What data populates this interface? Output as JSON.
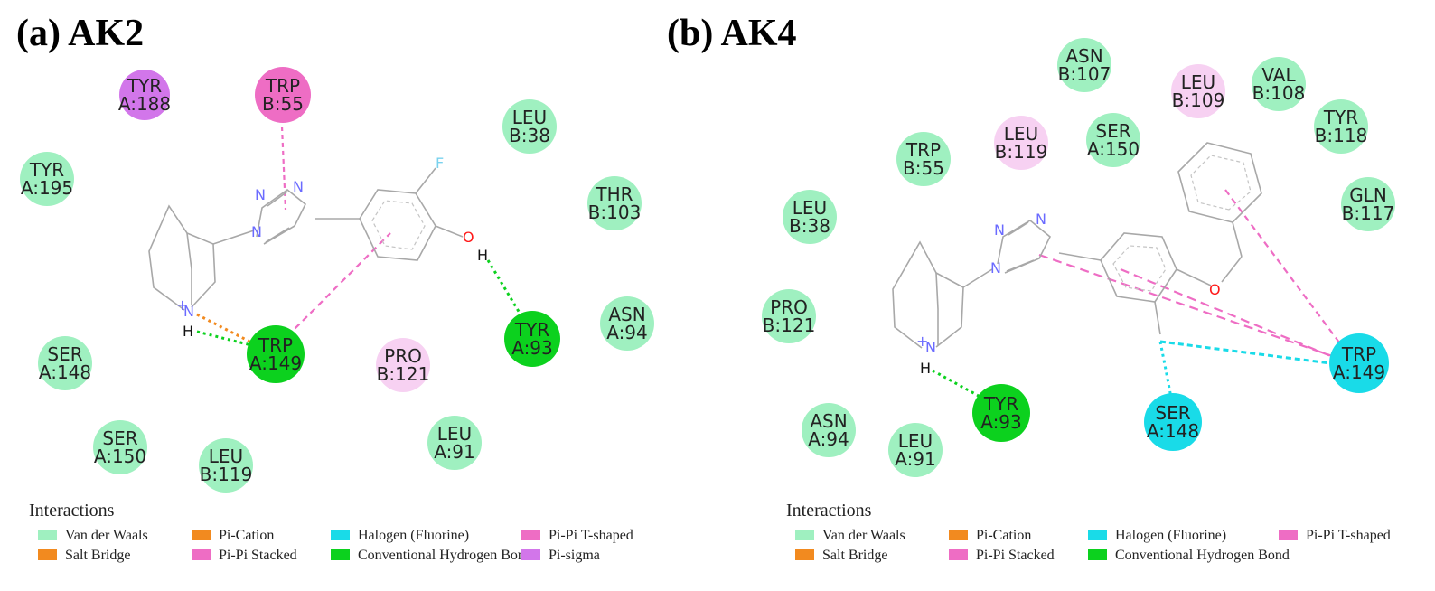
{
  "colors": {
    "vdw": "#9ff0c0",
    "vdw_border": "#7edca8",
    "pi_cation": "#f28a1f",
    "salt_bridge": "#f28a1f",
    "halogen": "#19dbe8",
    "hbond": "#0cd11e",
    "tshaped": "#ee6dc4",
    "stacked": "#ee6dc4",
    "pi_sigma": "#d276ea",
    "light_pink": "#f7d1f2",
    "nitrogen": "#6b6bff",
    "oxygen": "#ff1a1a",
    "fluorine": "#7ad2ee"
  },
  "panels": [
    {
      "id": "ak2",
      "title": "(a) AK2",
      "residues": [
        {
          "name": "TYR",
          "id": "A:188",
          "type": "pi_sigma"
        },
        {
          "name": "TRP",
          "id": "B:55",
          "type": "tshaped"
        },
        {
          "name": "LEU",
          "id": "B:38",
          "type": "vdw"
        },
        {
          "name": "TYR",
          "id": "A:195",
          "type": "vdw"
        },
        {
          "name": "THR",
          "id": "B:103",
          "type": "vdw"
        },
        {
          "name": "ASN",
          "id": "A:94",
          "type": "vdw"
        },
        {
          "name": "SER",
          "id": "A:148",
          "type": "vdw"
        },
        {
          "name": "TRP",
          "id": "A:149",
          "type": "hbond"
        },
        {
          "name": "PRO",
          "id": "B:121",
          "type": "light_pink"
        },
        {
          "name": "TYR",
          "id": "A:93",
          "type": "hbond"
        },
        {
          "name": "LEU",
          "id": "A:91",
          "type": "vdw"
        },
        {
          "name": "SER",
          "id": "A:150",
          "type": "vdw"
        },
        {
          "name": "LEU",
          "id": "B:119",
          "type": "vdw"
        }
      ],
      "atoms": {
        "n": "N",
        "n1": "N",
        "n2": "N",
        "n3": "N",
        "o": "O",
        "f": "F",
        "h": "H",
        "h2": "H"
      },
      "legend": {
        "heading": "Interactions",
        "items": [
          {
            "label": "Van der Waals",
            "type": "vdw"
          },
          {
            "label": "Pi-Cation",
            "type": "pi_cation"
          },
          {
            "label": "Halogen (Fluorine)",
            "type": "halogen"
          },
          {
            "label": "Pi-Pi T-shaped",
            "type": "tshaped"
          },
          {
            "label": "Salt Bridge",
            "type": "salt_bridge"
          },
          {
            "label": "Pi-Pi Stacked",
            "type": "stacked"
          },
          {
            "label": "Conventional Hydrogen Bond",
            "type": "hbond"
          },
          {
            "label": "Pi-sigma",
            "type": "pi_sigma"
          }
        ]
      }
    },
    {
      "id": "ak4",
      "title": "(b) AK4",
      "residues": [
        {
          "name": "ASN",
          "id": "B:107",
          "type": "vdw"
        },
        {
          "name": "LEU",
          "id": "B:109",
          "type": "light_pink"
        },
        {
          "name": "VAL",
          "id": "B:108",
          "type": "vdw"
        },
        {
          "name": "LEU",
          "id": "B:119",
          "type": "light_pink"
        },
        {
          "name": "SER",
          "id": "A:150",
          "type": "vdw"
        },
        {
          "name": "TYR",
          "id": "B:118",
          "type": "vdw"
        },
        {
          "name": "TRP",
          "id": "B:55",
          "type": "vdw"
        },
        {
          "name": "GLN",
          "id": "B:117",
          "type": "vdw"
        },
        {
          "name": "LEU",
          "id": "B:38",
          "type": "vdw"
        },
        {
          "name": "PRO",
          "id": "B:121",
          "type": "vdw"
        },
        {
          "name": "TRP",
          "id": "A:149",
          "type": "halogen"
        },
        {
          "name": "TYR",
          "id": "A:93",
          "type": "hbond"
        },
        {
          "name": "SER",
          "id": "A:148",
          "type": "halogen"
        },
        {
          "name": "ASN",
          "id": "A:94",
          "type": "vdw"
        },
        {
          "name": "LEU",
          "id": "A:91",
          "type": "vdw"
        }
      ],
      "atoms": {
        "n": "N",
        "n1": "N",
        "n2": "N",
        "n3": "N",
        "o": "O",
        "h": "H"
      },
      "legend": {
        "heading": "Interactions",
        "items": [
          {
            "label": "Van der Waals",
            "type": "vdw"
          },
          {
            "label": "Pi-Cation",
            "type": "pi_cation"
          },
          {
            "label": "Halogen (Fluorine)",
            "type": "halogen"
          },
          {
            "label": "Pi-Pi T-shaped",
            "type": "tshaped"
          },
          {
            "label": "Salt Bridge",
            "type": "salt_bridge"
          },
          {
            "label": "Pi-Pi Stacked",
            "type": "stacked"
          },
          {
            "label": "Conventional Hydrogen Bond",
            "type": "hbond"
          }
        ]
      }
    }
  ]
}
